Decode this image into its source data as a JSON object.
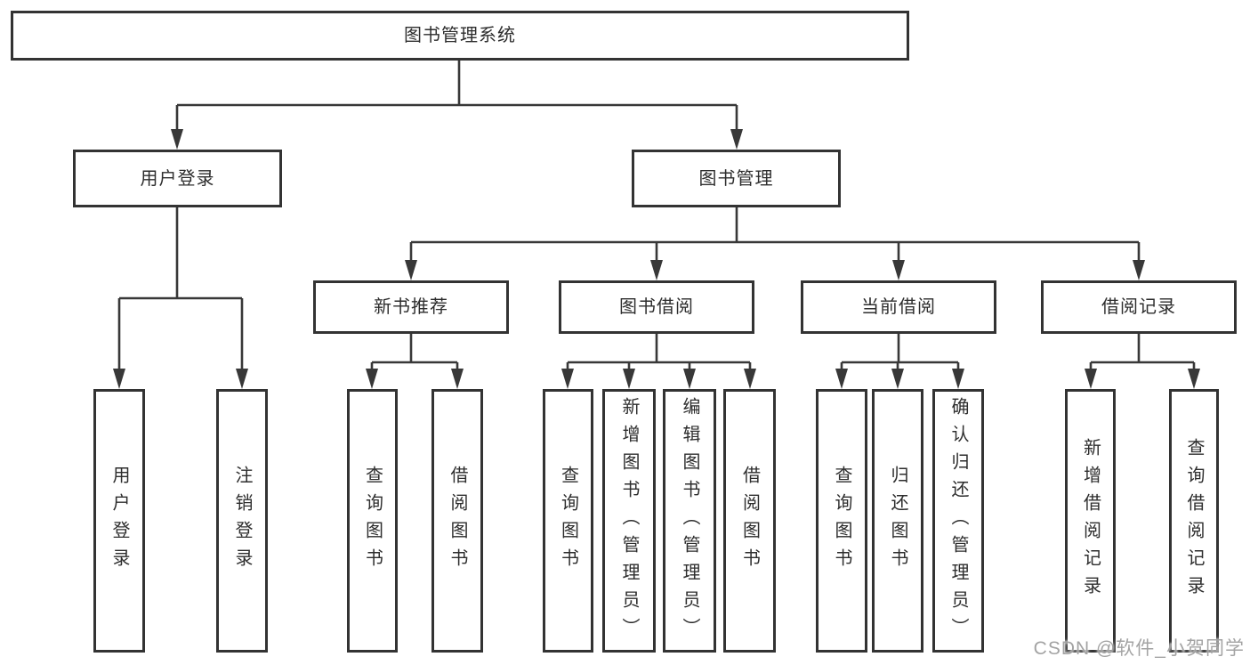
{
  "page": {
    "background": "#ffffff",
    "line_color": "#383838",
    "text_color": "#2d2d2d",
    "watermark_color": "#9e9e9e"
  },
  "watermark": {
    "text": "CSDN @软件_小贺同学"
  },
  "tree": {
    "root": {
      "label": "图书管理系统"
    },
    "level1": [
      {
        "label": "用户登录"
      },
      {
        "label": "图书管理"
      }
    ],
    "level2": [
      {
        "label": "新书推荐"
      },
      {
        "label": "图书借阅"
      },
      {
        "label": "当前借阅"
      },
      {
        "label": "借阅记录"
      }
    ],
    "leaves": [
      {
        "label": "用户登录"
      },
      {
        "label": "注销登录"
      },
      {
        "label": "查询图书"
      },
      {
        "label": "借阅图书"
      },
      {
        "label": "查询图书"
      },
      {
        "label": "新增图书（管理员）"
      },
      {
        "label": "编辑图书（管理员）"
      },
      {
        "label": "借阅图书"
      },
      {
        "label": "查询图书"
      },
      {
        "label": "归还图书"
      },
      {
        "label": "确认归还（管理员）"
      },
      {
        "label": "新增借阅记录"
      },
      {
        "label": "查询借阅记录"
      }
    ]
  }
}
